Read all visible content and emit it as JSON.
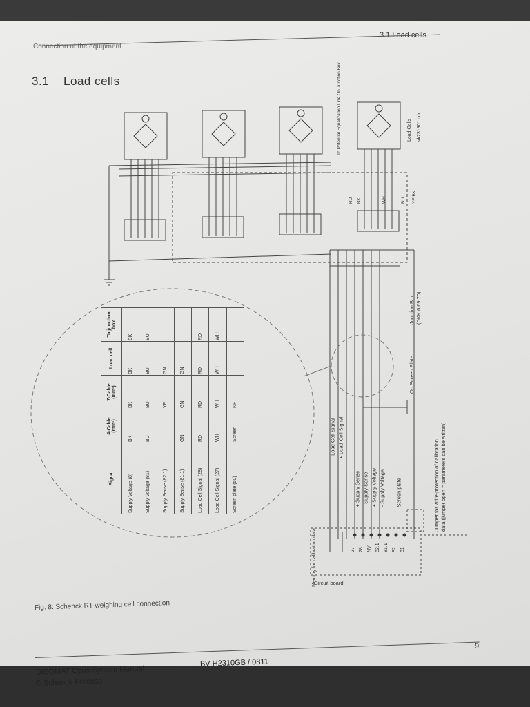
{
  "header": {
    "chapter_left": "Connection of the equipment",
    "section_right": "3.1  Load cells"
  },
  "section": {
    "number": "3.1",
    "title": "Load cells"
  },
  "signal_table": {
    "headers": [
      "Signal",
      "4-Cable (mm²)",
      "7-Cable (mm²)",
      "Load cell",
      "To junction box"
    ],
    "rows": [
      [
        "Supply Voltage (8)",
        "BK",
        "BK",
        "BK",
        "BK"
      ],
      [
        "Supply Voltage (81)",
        "BU",
        "BU",
        "BU",
        "BU"
      ],
      [
        "Supply Sense (82.1)",
        "",
        "YE",
        "GN",
        ""
      ],
      [
        "Supply Sense (81.1)",
        "GN",
        "GN",
        "GN",
        ""
      ],
      [
        "Load Cell Signal (28)",
        "RD",
        "RD",
        "RD",
        "RD"
      ],
      [
        "Load Cell Signal (27)",
        "WH",
        "WH",
        "WH",
        "WH"
      ],
      [
        "Screen plate (50)",
        "Screen",
        "NF",
        "",
        ""
      ]
    ]
  },
  "diagram": {
    "terminals": [
      "27",
      "28",
      "NV",
      "82.1",
      "81.1",
      "82",
      "81"
    ],
    "signal_labels": [
      "- Load Cell Signal",
      "+ Load Cell Signal",
      "+ Supply Sense",
      "- Supply Sense",
      "+ Supply Voltage",
      "- Supply Voltage",
      "Screen plate"
    ],
    "jumper_note_1": "Jumper for write-protection of calibration",
    "jumper_note_2": "data (jumper open = parameters can be written)",
    "memory_label": "Memory for calibration data",
    "circuit_board": "Circuit board",
    "on_screen_plate": "On Screen Plate",
    "junction_box": "Junction Box",
    "junction_box_models": "(DKK 6,69,70)",
    "load_cells": "Load Cells",
    "potential_eq": "To Potential Equalization Line On Junction Box",
    "wire_colors": [
      "RD",
      "BK",
      "WH",
      "BU",
      "YE/BK"
    ],
    "figure_id": "vk231901.cdr"
  },
  "figure": {
    "caption": "Fig. 8: Schenck RT-weighing cell connection"
  },
  "footer": {
    "manual": "DISOMAT Opus System Manual",
    "company": "© Schenck Process",
    "code": "BV-H2310GB / 0811",
    "page": "9"
  }
}
